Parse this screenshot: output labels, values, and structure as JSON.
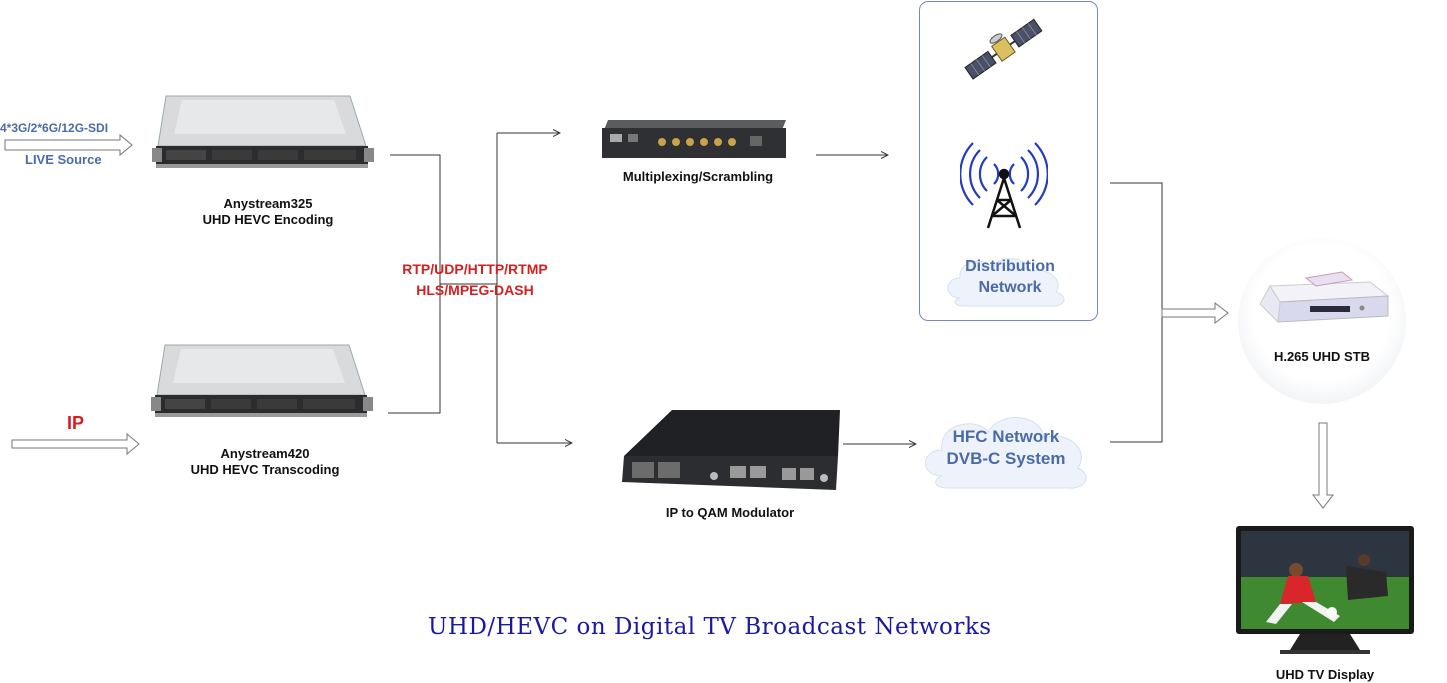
{
  "inputs": {
    "sdi_format": "4*3G/2*6G/12G-SDI",
    "sdi_source": "LIVE Source",
    "ip": "IP"
  },
  "encoder": {
    "name": "Anystream325",
    "function": "UHD HEVC Encoding"
  },
  "transcoder": {
    "name": "Anystream420",
    "function": "UHD HEVC Transcoding"
  },
  "protocols": {
    "line1": "RTP/UDP/HTTP/RTMP",
    "line2": "HLS/MPEG-DASH"
  },
  "multiplexer": {
    "label": "Multiplexing/Scrambling"
  },
  "modulator": {
    "label": "IP to QAM Modulator"
  },
  "distribution": {
    "line1": "Distribution",
    "line2": "Network"
  },
  "hfc": {
    "line1": "HFC Network",
    "line2": "DVB-C System"
  },
  "stb": {
    "label": "H.265 UHD STB"
  },
  "tv": {
    "label": "UHD TV Display"
  },
  "caption": "UHD/HEVC on Digital TV Broadcast Networks",
  "colors": {
    "blue_text": "#4a6aa8",
    "red_text": "#d42020",
    "caption": "#1a1aa0",
    "line": "#333333"
  }
}
